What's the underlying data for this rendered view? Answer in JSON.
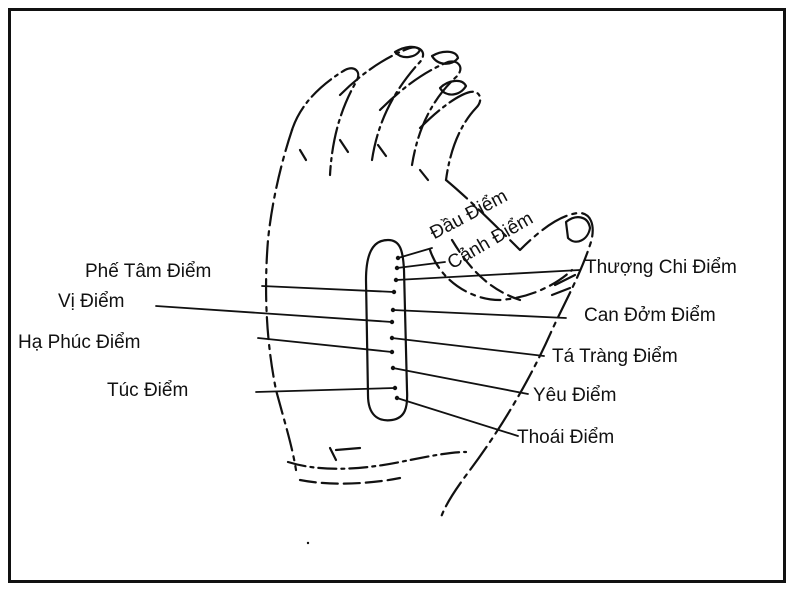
{
  "labels": {
    "phe_tam": "Phế Tâm Điểm",
    "vi": "Vị Điểm",
    "ha_phuc": "Hạ Phúc Điểm",
    "tuc": "Túc Điểm",
    "dau": "Đầu Điểm",
    "canh": "Cảnh Điểm",
    "thuong_chi": "Thượng Chi Điểm",
    "can_dom": "Can Đởm Điểm",
    "ta_trang": "Tá Tràng Điểm",
    "yeu": "Yêu Điểm",
    "thoai": "Thoái Điểm"
  },
  "colors": {
    "ink": "#111111",
    "background": "#ffffff"
  }
}
